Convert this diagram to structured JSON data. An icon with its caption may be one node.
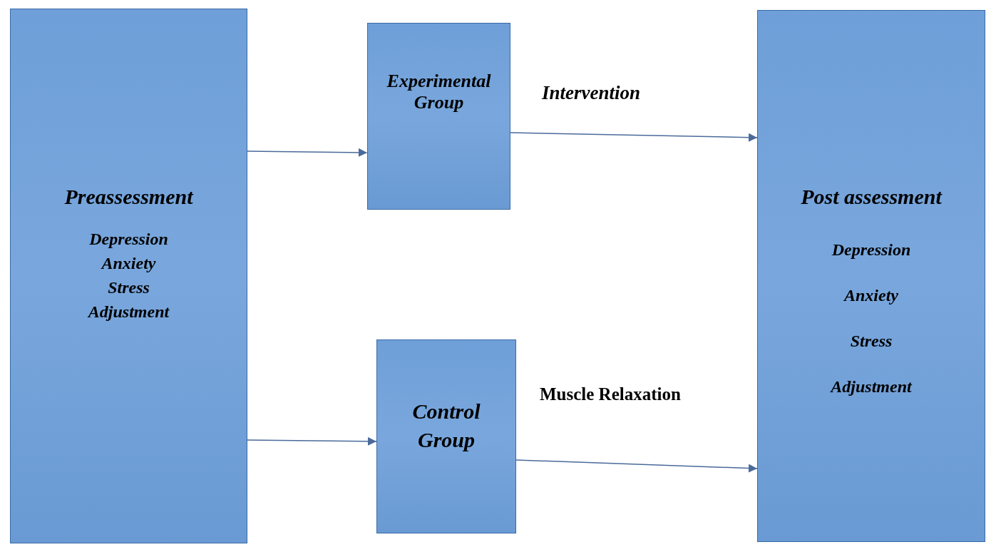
{
  "diagram": {
    "nodes": [
      {
        "text": [
          "Preassessment",
          "Depression",
          "Anxiety",
          "Stress",
          "Adjustment"
        ]
      },
      {
        "text": [
          "Experimental Group"
        ]
      },
      {
        "text": [
          "Control Group"
        ]
      },
      {
        "text": [
          "Post assessment",
          "Depression",
          "Anxiety",
          "Stress",
          "Adjustment"
        ]
      }
    ],
    "edges": [
      {
        "from": 0,
        "to": 1,
        "arrow": "to"
      },
      {
        "from": 1,
        "to": 3,
        "arrow": "to",
        "label": "Intervention"
      },
      {
        "from": 0,
        "to": 2,
        "arrow": "to"
      },
      {
        "from": 2,
        "to": 3,
        "arrow": "to",
        "label": "Muscle Relaxation"
      }
    ]
  }
}
